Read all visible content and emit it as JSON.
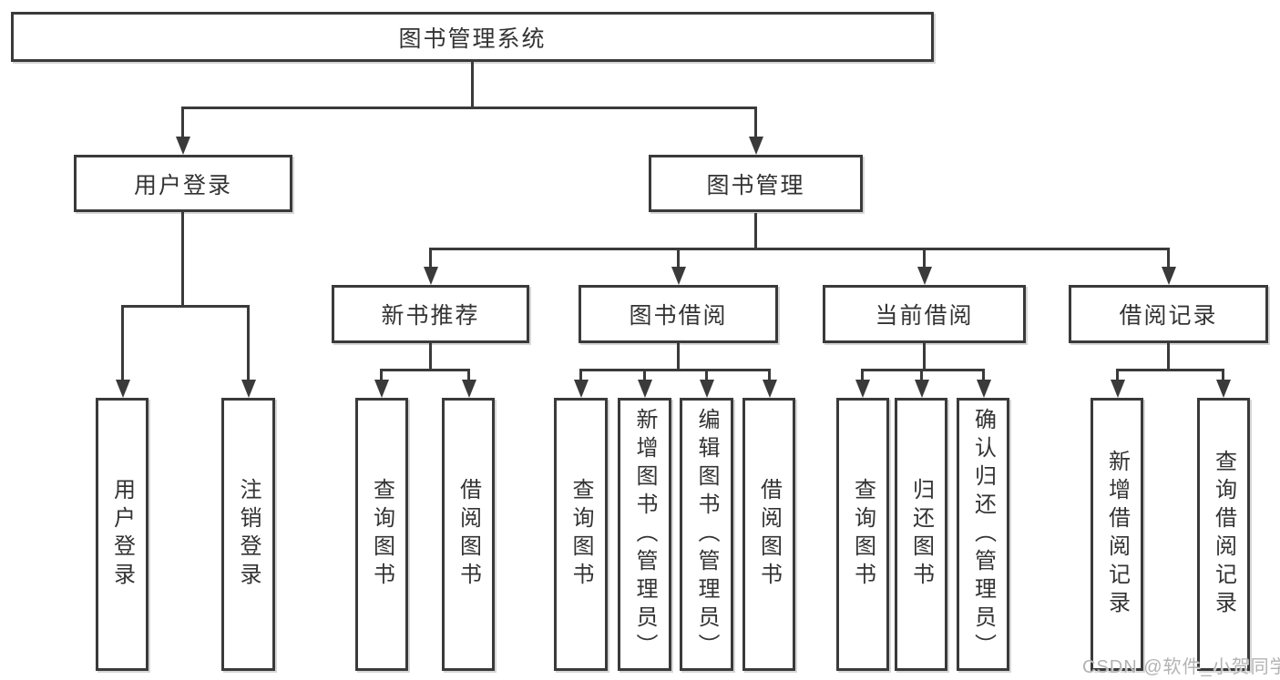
{
  "diagram": {
    "root": {
      "label": "图书管理系统"
    },
    "level2": [
      {
        "label": "用户登录",
        "parent": "图书管理系统"
      },
      {
        "label": "图书管理",
        "parent": "图书管理系统"
      }
    ],
    "level3": [
      {
        "label": "新书推荐",
        "parent": "图书管理"
      },
      {
        "label": "图书借阅",
        "parent": "图书管理"
      },
      {
        "label": "当前借阅",
        "parent": "图书管理"
      },
      {
        "label": "借阅记录",
        "parent": "图书管理"
      }
    ],
    "leaves": [
      {
        "label": "用户登录",
        "parent": "用户登录"
      },
      {
        "label": "注销登录",
        "parent": "用户登录"
      },
      {
        "label": "查询图书",
        "parent": "新书推荐"
      },
      {
        "label": "借阅图书",
        "parent": "新书推荐"
      },
      {
        "label": "查询图书",
        "parent": "图书借阅"
      },
      {
        "label": "新增图书（管理员）",
        "parent": "图书借阅"
      },
      {
        "label": "编辑图书（管理员）",
        "parent": "图书借阅"
      },
      {
        "label": "借阅图书",
        "parent": "图书借阅"
      },
      {
        "label": "查询图书",
        "parent": "当前借阅"
      },
      {
        "label": "归还图书",
        "parent": "当前借阅"
      },
      {
        "label": "确认归还（管理员）",
        "parent": "当前借阅"
      },
      {
        "label": "新增借阅记录",
        "parent": "借阅记录"
      },
      {
        "label": "查询借阅记录",
        "parent": "借阅记录"
      }
    ],
    "watermark": "CSDN @软件_小贺同学",
    "colors": {
      "line": "#3a3a3a",
      "text": "#333333",
      "watermark": "#b3b3b3",
      "background": "#ffffff"
    }
  }
}
